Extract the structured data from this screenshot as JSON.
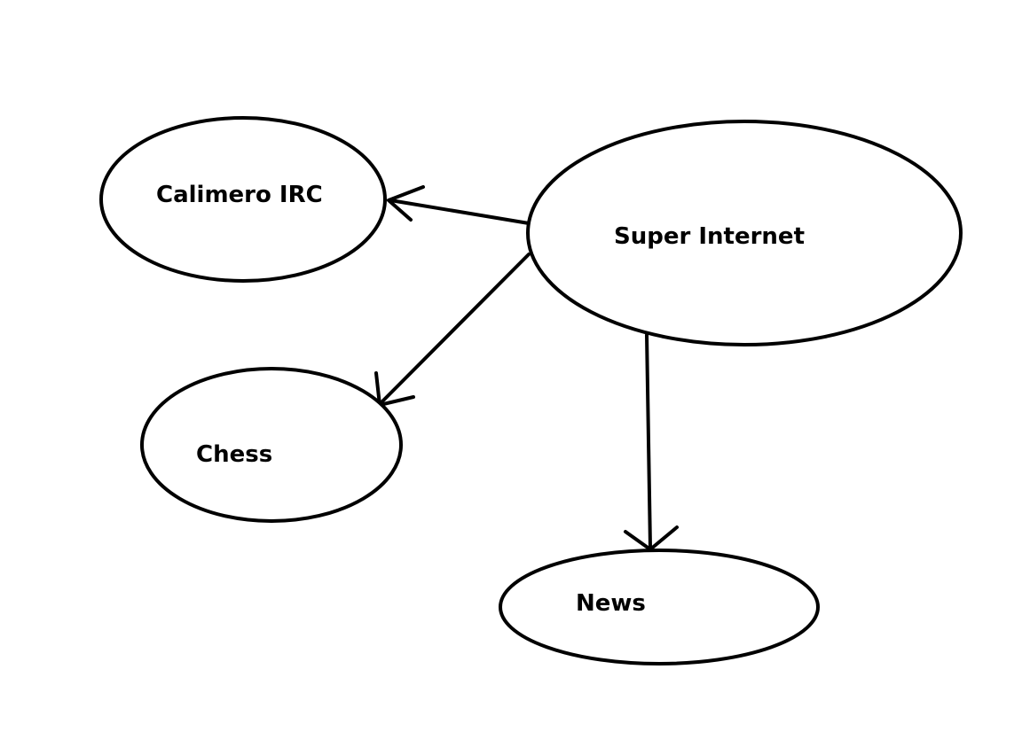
{
  "diagram": {
    "nodes": {
      "super_internet": {
        "label": "Super Internet"
      },
      "calimero_irc": {
        "label": "Calimero IRC"
      },
      "chess": {
        "label": "Chess"
      },
      "news": {
        "label": "News"
      }
    },
    "edges": [
      {
        "from": "Super Internet",
        "to": "Calimero IRC"
      },
      {
        "from": "Super Internet",
        "to": "Chess"
      },
      {
        "from": "Super Internet",
        "to": "News"
      }
    ],
    "colors": {
      "stroke": "#000000",
      "background": "#ffffff"
    }
  }
}
